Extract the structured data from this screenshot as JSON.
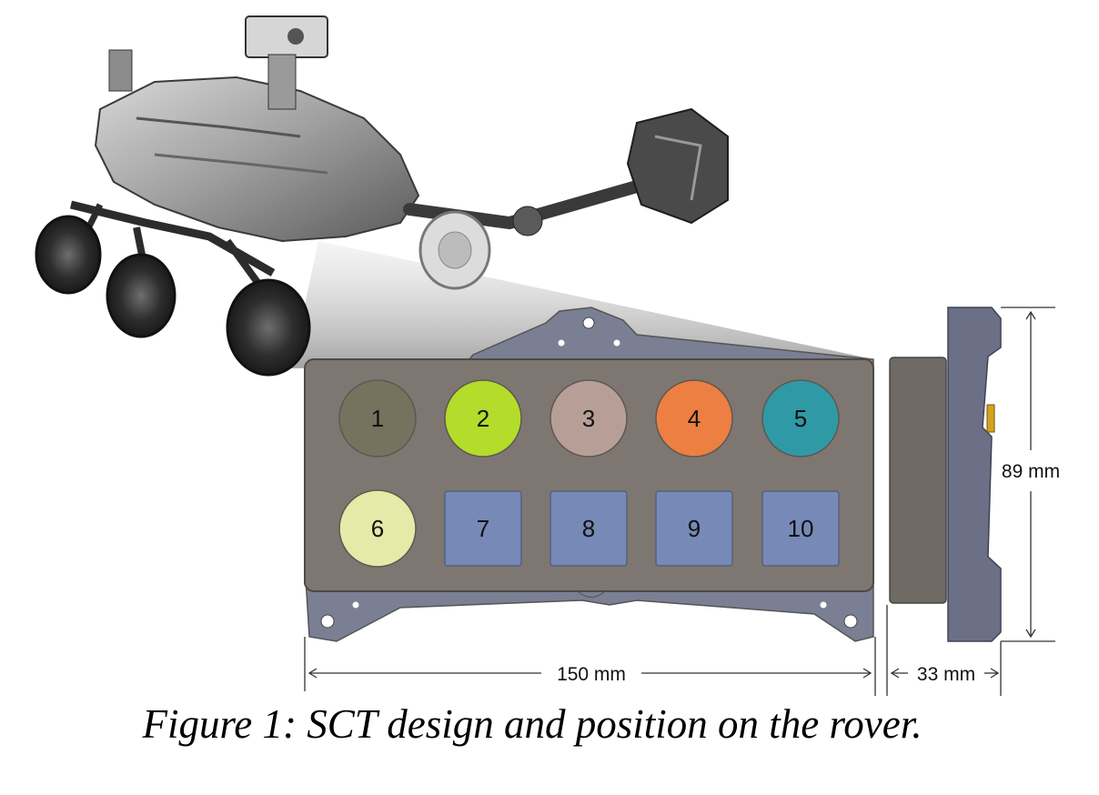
{
  "figure": {
    "caption": "Figure 1: SCT design and position on the rover.",
    "image_subject": "rover"
  },
  "targets": {
    "circles": [
      {
        "id": "1",
        "color": "#75735e"
      },
      {
        "id": "2",
        "color": "#b4dc2a"
      },
      {
        "id": "3",
        "color": "#b79f97"
      },
      {
        "id": "4",
        "color": "#ed7f42"
      },
      {
        "id": "5",
        "color": "#2f9aa5"
      },
      {
        "id": "6",
        "color": "#e6e9a7"
      }
    ],
    "squares": [
      {
        "id": "7",
        "color": "#7789b6"
      },
      {
        "id": "8",
        "color": "#7789b6"
      },
      {
        "id": "9",
        "color": "#7789b6"
      },
      {
        "id": "10",
        "color": "#7789b6"
      }
    ]
  },
  "dimensions": {
    "width": "150 mm",
    "height": "89 mm",
    "depth": "33 mm"
  },
  "colors": {
    "panel": "#7e7771",
    "mount": "#7a7f93",
    "side_body": "#6f6a64",
    "side_mount": "#6b7087"
  }
}
